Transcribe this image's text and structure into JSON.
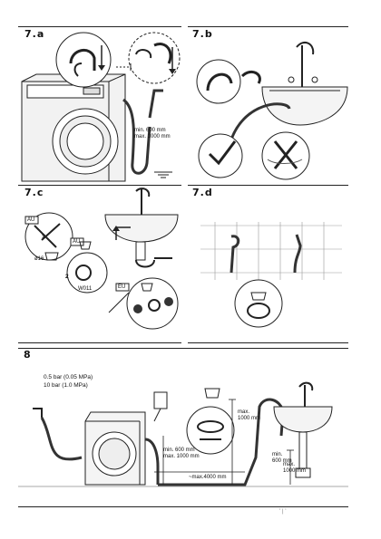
{
  "page": {
    "background": "#ffffff",
    "line_color": "#222222"
  },
  "panel_7a": {
    "label": "7.a",
    "min_label": "min. 600 mm",
    "max_label": "max. 1000 mm"
  },
  "panel_7b": {
    "label": "7.b"
  },
  "panel_7c": {
    "label": "7.c",
    "badge_au_top": "AU",
    "badge_au_mid": "AU",
    "badge_eu": "EU",
    "step_1": "1",
    "step_2": "2",
    "size_label": "ø16",
    "part_label": "W011"
  },
  "panel_7d": {
    "label": "7.d"
  },
  "panel_8": {
    "label": "8",
    "pressure_min": "0.5 bar (0.05 MPa)",
    "pressure_max": "10 bar (1.0 MPa)",
    "height_max": "max.\n1000 mm",
    "hose_min": "min. 600 mm",
    "hose_max": "max. 1000 mm",
    "length": "~max.4000 mm",
    "sink_max": "max.\n1000 mm",
    "sink_min": "min.\n600 mm"
  },
  "footer": {
    "note": "ʻ | ʼ"
  }
}
